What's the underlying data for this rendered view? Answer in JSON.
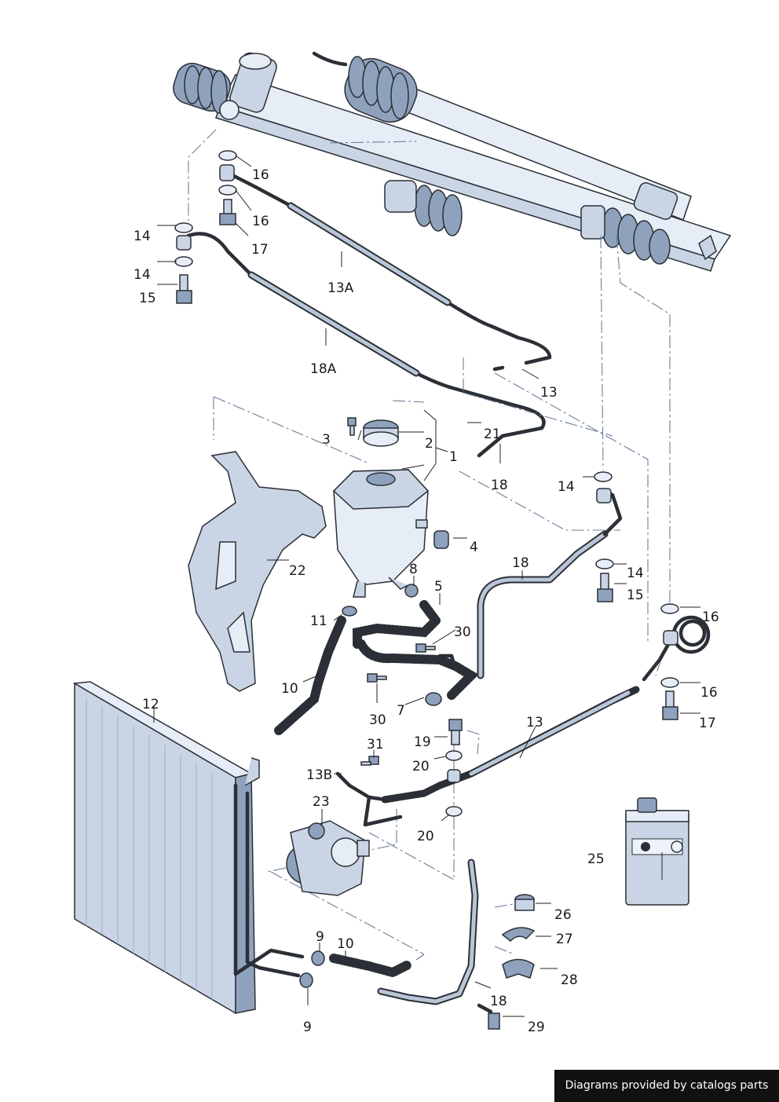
{
  "callouts": [
    {
      "id": "c16a",
      "text": "16"
    },
    {
      "id": "c16b",
      "text": "16"
    },
    {
      "id": "c17a",
      "text": "17"
    },
    {
      "id": "c14a",
      "text": "14"
    },
    {
      "id": "c14b",
      "text": "14"
    },
    {
      "id": "c15a",
      "text": "15"
    },
    {
      "id": "c13A",
      "text": "13A"
    },
    {
      "id": "c18A",
      "text": "18A"
    },
    {
      "id": "c13a",
      "text": "13"
    },
    {
      "id": "c3",
      "text": "3"
    },
    {
      "id": "c2",
      "text": "2"
    },
    {
      "id": "c1",
      "text": "1"
    },
    {
      "id": "c21",
      "text": "21"
    },
    {
      "id": "c18a",
      "text": "18"
    },
    {
      "id": "c14c",
      "text": "14"
    },
    {
      "id": "c4",
      "text": "4"
    },
    {
      "id": "c22",
      "text": "22"
    },
    {
      "id": "c8",
      "text": "8"
    },
    {
      "id": "c5",
      "text": "5"
    },
    {
      "id": "c18b",
      "text": "18"
    },
    {
      "id": "c14d",
      "text": "14"
    },
    {
      "id": "c15b",
      "text": "15"
    },
    {
      "id": "c11",
      "text": "11"
    },
    {
      "id": "c30a",
      "text": "30"
    },
    {
      "id": "c16c",
      "text": "16"
    },
    {
      "id": "c10a",
      "text": "10"
    },
    {
      "id": "c16d",
      "text": "16"
    },
    {
      "id": "c17b",
      "text": "17"
    },
    {
      "id": "c12",
      "text": "12"
    },
    {
      "id": "c7",
      "text": "7"
    },
    {
      "id": "c30b",
      "text": "30"
    },
    {
      "id": "c13b",
      "text": "13"
    },
    {
      "id": "c19",
      "text": "19"
    },
    {
      "id": "c31",
      "text": "31"
    },
    {
      "id": "c20a",
      "text": "20"
    },
    {
      "id": "c13B",
      "text": "13B"
    },
    {
      "id": "c23",
      "text": "23"
    },
    {
      "id": "c20b",
      "text": "20"
    },
    {
      "id": "c25",
      "text": "25"
    },
    {
      "id": "c26",
      "text": "26"
    },
    {
      "id": "c27",
      "text": "27"
    },
    {
      "id": "c9a",
      "text": "9"
    },
    {
      "id": "c10b",
      "text": "10"
    },
    {
      "id": "c28",
      "text": "28"
    },
    {
      "id": "c18c",
      "text": "18"
    },
    {
      "id": "c29",
      "text": "29"
    },
    {
      "id": "c9b",
      "text": "9"
    }
  ],
  "credit": "Diagrams provided by catalogs parts"
}
